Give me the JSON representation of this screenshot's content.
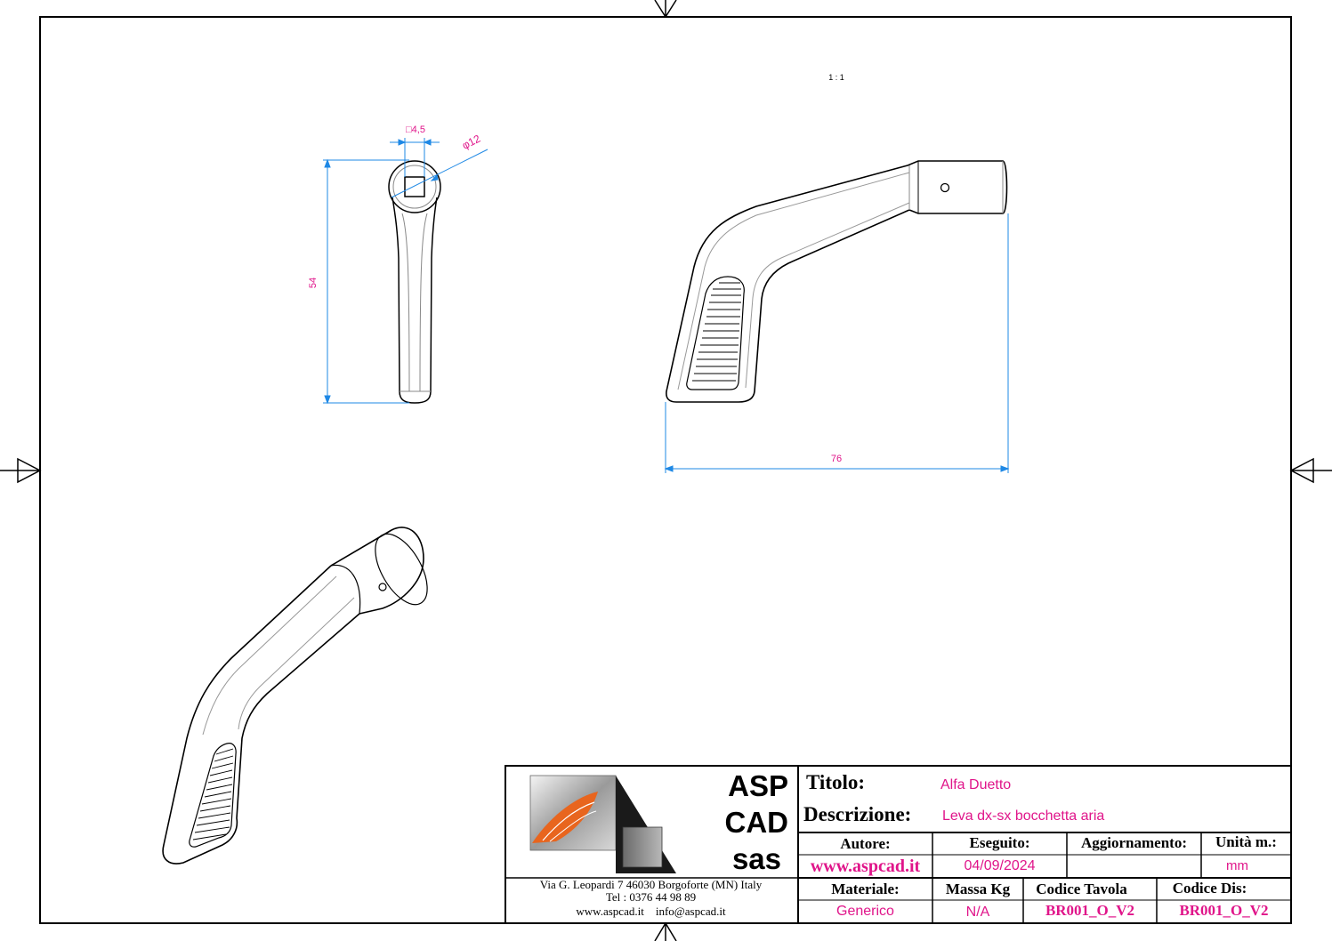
{
  "drawing": {
    "scale_label": "1 : 1",
    "dimensions": {
      "square": "□4,5",
      "diameter": "φ12",
      "height": "54",
      "width": "76"
    }
  },
  "colors": {
    "dimension_line": "#1e88e5",
    "dimension_text": "#e0158a",
    "field_value": "#e0158a",
    "logo_orange": "#e8651e",
    "border": "#000000"
  },
  "title_block": {
    "company": {
      "line1": "ASP",
      "line2": "CAD",
      "line3": "sas",
      "address": "Via G. Leopardi 7 46030 Borgoforte (MN) Italy",
      "tel": "Tel : 0376 44 98 89",
      "web": "www.aspcad.it",
      "email": "info@aspcad.it",
      "logo_icon": "aspcad-logo-icon"
    },
    "titolo_label": "Titolo:",
    "titolo_value": "Alfa Duetto",
    "descrizione_label": "Descrizione:",
    "descrizione_value": "Leva dx-sx bocchetta aria",
    "autore_label": "Autore:",
    "autore_value": "www.aspcad.it",
    "eseguito_label": "Eseguito:",
    "eseguito_value": "04/09/2024",
    "aggiornamento_label": "Aggiornamento:",
    "aggiornamento_value": "",
    "unita_label": "Unità m.:",
    "unita_value": "mm",
    "materiale_label": "Materiale:",
    "materiale_value": "Generico",
    "massa_label": "Massa Kg",
    "massa_value": "N/A",
    "codice_tavola_label": "Codice Tavola",
    "codice_tavola_value": "BR001_O_V2",
    "codice_dis_label": "Codice Dis:",
    "codice_dis_value": "BR001_O_V2"
  }
}
